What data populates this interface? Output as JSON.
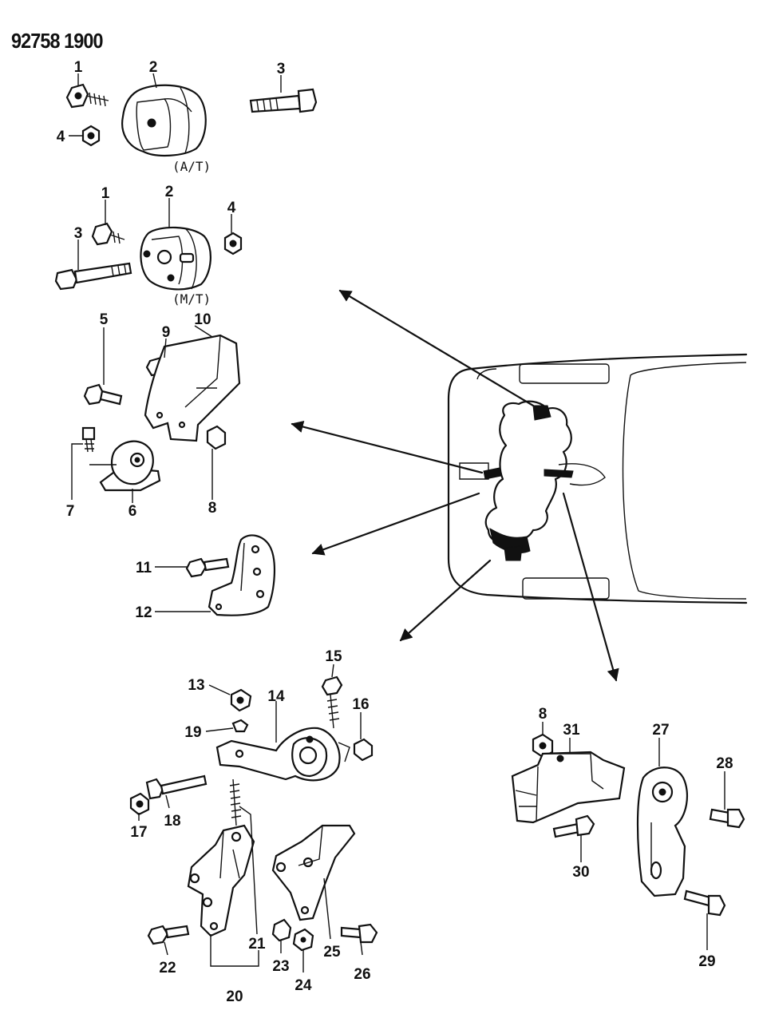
{
  "doc_number": "92758 1900",
  "variants": {
    "at": "(A/T)",
    "mt": "(M/T)"
  },
  "callouts": [
    "1",
    "2",
    "3",
    "4",
    "1",
    "2",
    "3",
    "4",
    "5",
    "9",
    "10",
    "7",
    "6",
    "8",
    "11",
    "12",
    "15",
    "13",
    "14",
    "16",
    "19",
    "18",
    "17",
    "21",
    "22",
    "20",
    "23",
    "24",
    "25",
    "26",
    "8",
    "31",
    "27",
    "28",
    "30",
    "29"
  ]
}
